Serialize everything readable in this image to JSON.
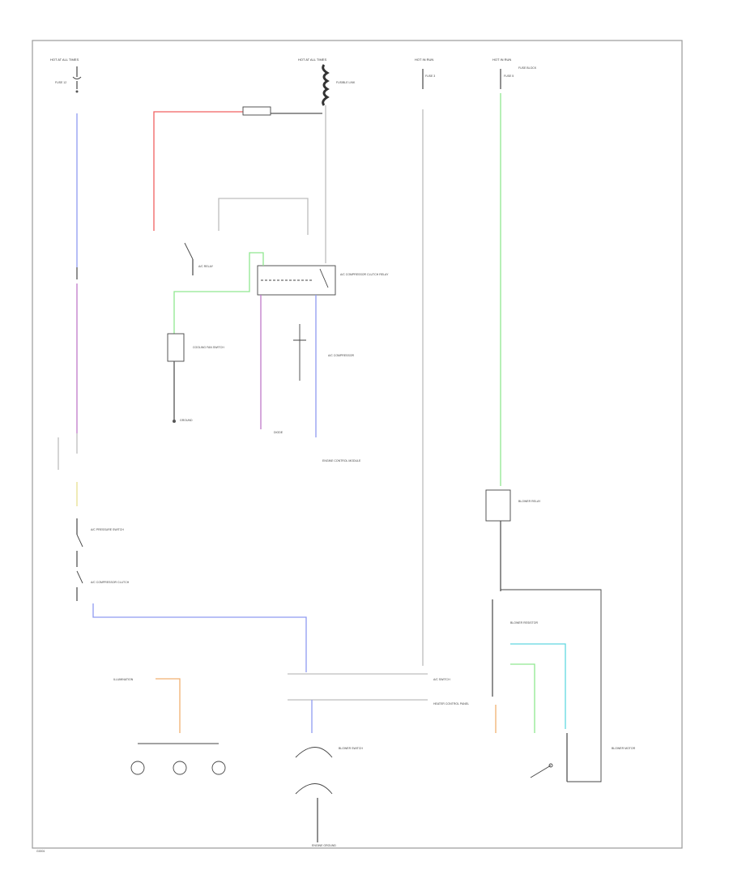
{
  "labels": {
    "hot_run_1": "HOT AT ALL TIMES",
    "hot_run_2": "HOT AT ALL TIMES",
    "hot_run_3": "HOT IN RUN",
    "hot_run_4": "HOT IN RUN",
    "fuse_top_left": "FUSE 12",
    "fuse_center": "FUSIBLE LINK",
    "fuse_right_1": "FUSE 3",
    "fuse_right_2": "FUSE 5",
    "fuse_box": "FUSE BLOCK",
    "ac_relay": "A/C RELAY",
    "ac_compressor_relay": "A/C COMPRESSOR CLUTCH RELAY",
    "ac_compressor": "A/C COMPRESSOR",
    "cooling_fan": "COOLING FAN SWITCH",
    "ground_1": "GROUND",
    "diode": "DIODE",
    "pressure_switch": "A/C PRESSURE SWITCH",
    "blower_relay": "BLOWER RELAY",
    "blower_motor": "BLOWER MOTOR",
    "blower_resistor": "BLOWER RESISTOR",
    "ac_switch": "A/C SWITCH",
    "heater_control": "HEATER CONTROL PANEL",
    "ecm": "ENGINE CONTROL MODULE",
    "blower_switch": "BLOWER SWITCH",
    "illumination": "ILLUMINATION",
    "ground_bottom": "ENGINE GROUND",
    "compressor_clutch": "A/C COMPRESSOR CLUTCH",
    "footer": "G0001"
  },
  "colors": {
    "red": "#f06060",
    "green": "#90e890",
    "blue": "#8f9af0",
    "magenta": "#c07ac8",
    "orange": "#f0b070",
    "cyan": "#60d8e0",
    "yellow": "#e8e090"
  }
}
